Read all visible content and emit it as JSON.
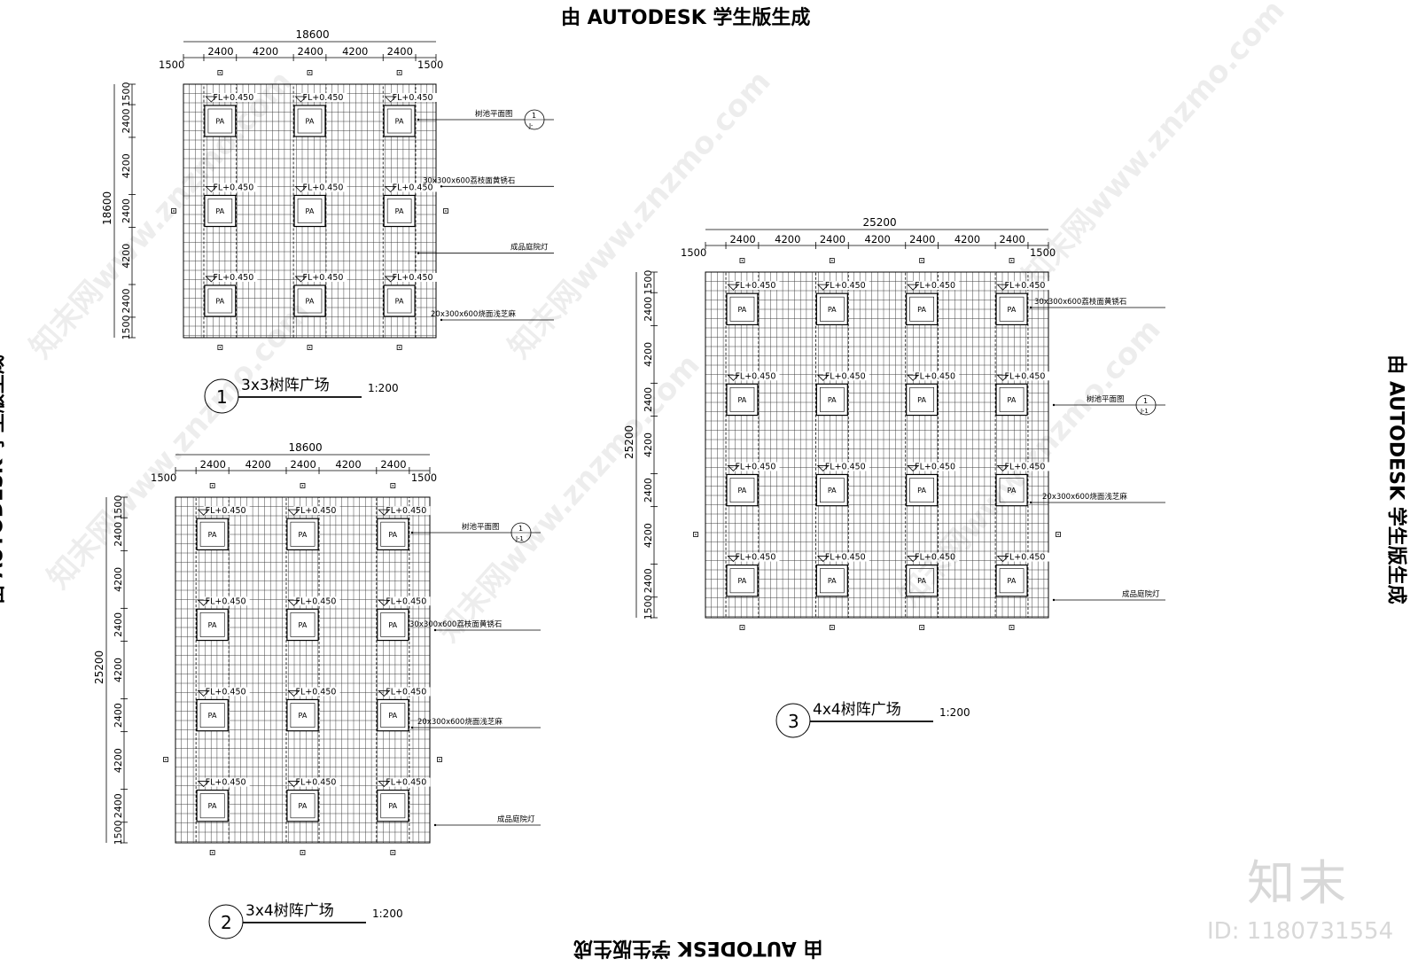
{
  "stamp": "由 AUTODESK 学生版生成",
  "watermark": "知末网www.znzmo.com",
  "brand": {
    "logo": "知末",
    "id": "ID: 1180731554"
  },
  "plans": [
    {
      "number": "1",
      "title": "3x3树阵广场",
      "scale": "1:200",
      "cols": 3,
      "rows": 3,
      "width_total": "18600",
      "height_total": "18600",
      "top_dims": [
        "1500",
        "2400",
        "4200",
        "2400",
        "4200",
        "2400",
        "1500"
      ],
      "side_dims": [
        "1500",
        "2400",
        "4200",
        "2400",
        "4200",
        "2400",
        "1500"
      ],
      "elevation": "FL+0.450",
      "pit": "PA",
      "callouts": [
        {
          "text": "树池平面图",
          "ref_top": "1",
          "ref_bottom": "J-"
        },
        {
          "text": "30x300x600荔枝面黄锈石"
        },
        {
          "text": "成品庭院灯"
        },
        {
          "text": "20x300x600烧面浅芝麻"
        }
      ]
    },
    {
      "number": "2",
      "title": "3x4树阵广场",
      "scale": "1:200",
      "cols": 3,
      "rows": 4,
      "width_total": "18600",
      "height_total": "25200",
      "top_dims": [
        "1500",
        "2400",
        "4200",
        "2400",
        "4200",
        "2400",
        "1500"
      ],
      "side_dims": [
        "1500",
        "2400",
        "4200",
        "2400",
        "4200",
        "2400",
        "4200",
        "2400",
        "1500"
      ],
      "elevation": "FL+0.450",
      "pit": "PA",
      "callouts": [
        {
          "text": "树池平面图",
          "ref_top": "1",
          "ref_bottom": "J-1"
        },
        {
          "text": "30x300x600荔枝面黄锈石"
        },
        {
          "text": "20x300x600烧面浅芝麻"
        },
        {
          "text": "成品庭院灯"
        }
      ]
    },
    {
      "number": "3",
      "title": "4x4树阵广场",
      "scale": "1:200",
      "cols": 4,
      "rows": 4,
      "width_total": "25200",
      "height_total": "25200",
      "top_dims": [
        "1500",
        "2400",
        "4200",
        "2400",
        "4200",
        "2400",
        "4200",
        "2400",
        "1500"
      ],
      "side_dims": [
        "1500",
        "2400",
        "4200",
        "2400",
        "4200",
        "2400",
        "4200",
        "2400",
        "1500"
      ],
      "elevation": "FL+0.450",
      "pit": "PA",
      "callouts": [
        {
          "text": "30x300x600荔枝面黄锈石"
        },
        {
          "text": "树池平面图",
          "ref_top": "1",
          "ref_bottom": "J-1"
        },
        {
          "text": "20x300x600烧面浅芝麻"
        },
        {
          "text": "成品庭院灯"
        }
      ]
    }
  ]
}
